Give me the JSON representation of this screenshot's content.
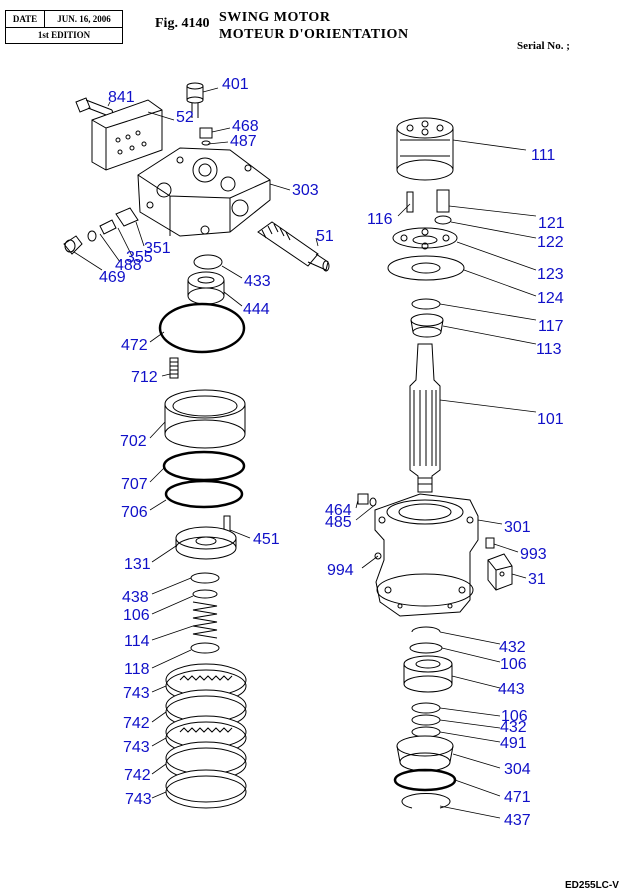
{
  "header": {
    "date_label": "DATE",
    "date_value": "JUN. 16, 2006",
    "edition": "1st EDITION",
    "fig_number": "Fig. 4140",
    "title_en": "SWING  MOTOR",
    "title_fr": "MOTEUR  D'ORIENTATION",
    "serial": "Serial No. ;"
  },
  "footer": {
    "model": "ED255LC-V"
  },
  "label_color": "#1010c8",
  "part_labels": [
    "841",
    "401",
    "52",
    "468",
    "487",
    "303",
    "51",
    "351",
    "355",
    "488",
    "469",
    "433",
    "444",
    "472",
    "712",
    "702",
    "707",
    "706",
    "451",
    "131",
    "438",
    "106",
    "114",
    "118",
    "743",
    "742",
    "743",
    "742",
    "743",
    "111",
    "116",
    "121",
    "122",
    "123",
    "124",
    "117",
    "113",
    "101",
    "464",
    "485",
    "301",
    "993",
    "994",
    "31",
    "432",
    "106",
    "443",
    "106",
    "432",
    "491",
    "304",
    "471",
    "437"
  ]
}
